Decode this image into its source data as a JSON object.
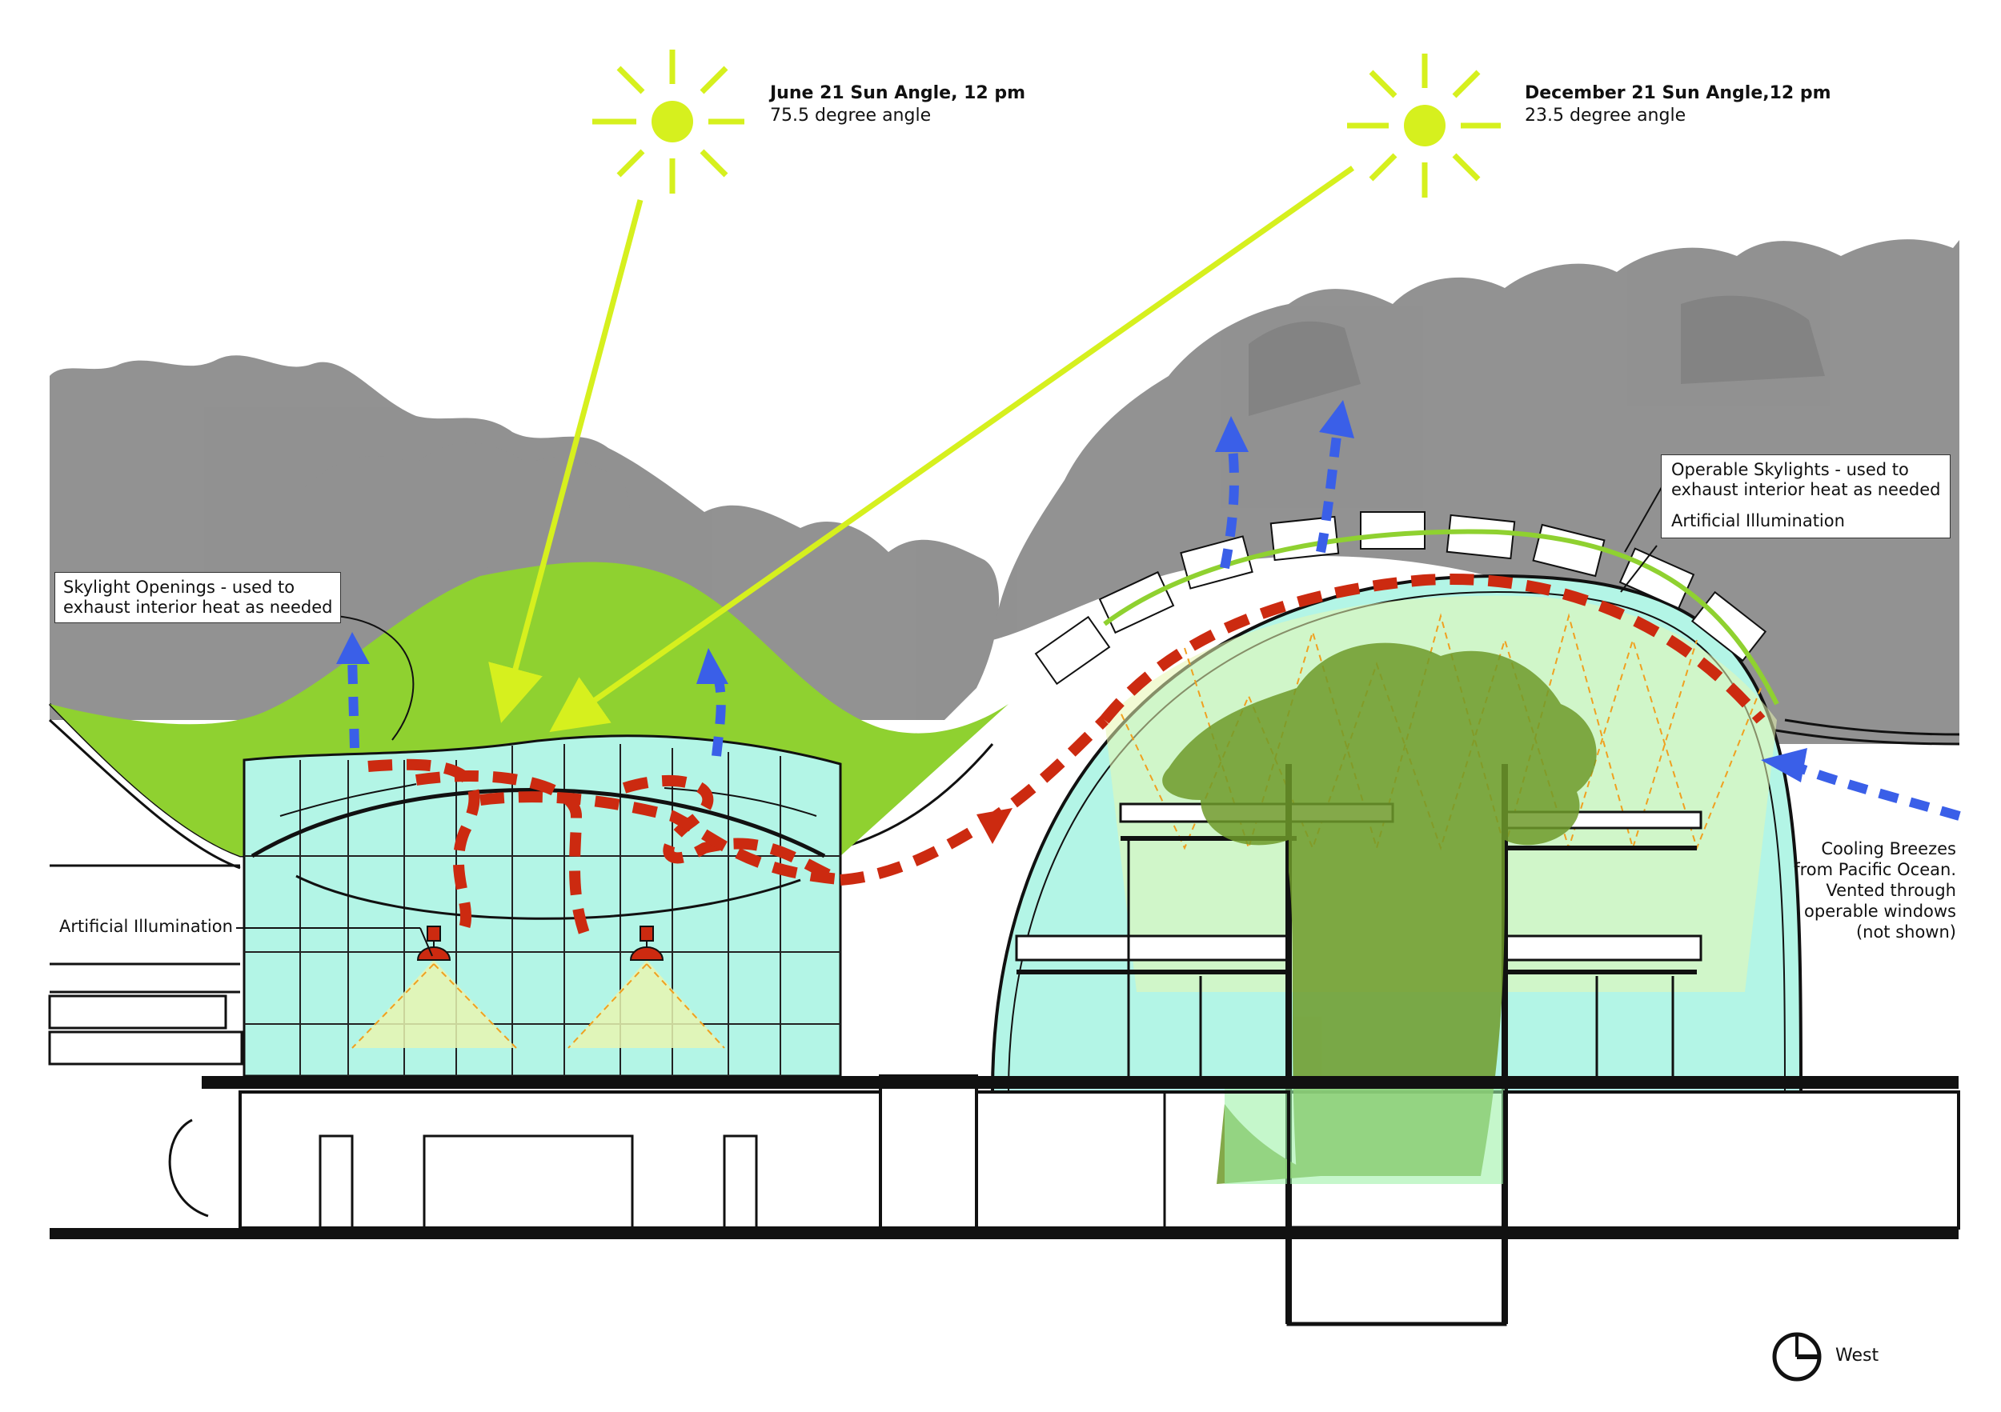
{
  "annotations": {
    "june_title": "June 21 Sun Angle, 12 pm",
    "june_angle": "75.5 degree angle",
    "dec_title": "December 21 Sun Angle,12 pm",
    "dec_angle": "23.5 degree angle",
    "skylight_openings_line1": "Skylight Openings - used to",
    "skylight_openings_line2": "exhaust interior heat as needed",
    "operable_skylights_line1": "Operable Skylights - used to",
    "operable_skylights_line2": "exhaust interior heat as needed",
    "artificial_illumination_right": "Artificial Illumination",
    "artificial_illumination_left": "Artificial Illumination",
    "breezes_line1": "Cooling Breezes",
    "breezes_line2": "from Pacific Ocean.",
    "breezes_line3": "Vented through",
    "breezes_line4": "operable windows",
    "breezes_line5": "(not shown)",
    "compass_label": "West"
  },
  "colors": {
    "sun": "#d6f01e",
    "green_roof": "#8fd130",
    "glass": "#b3f5e6",
    "tree_foliage": "#8c8c8c",
    "hot_air": "#cc2a10",
    "cool_air": "#3a5fe8",
    "line": "#111111",
    "light_cone": "#e8f5b0"
  },
  "icons": [
    "sun-icon",
    "compass-icon",
    "light-fixture-icon"
  ]
}
